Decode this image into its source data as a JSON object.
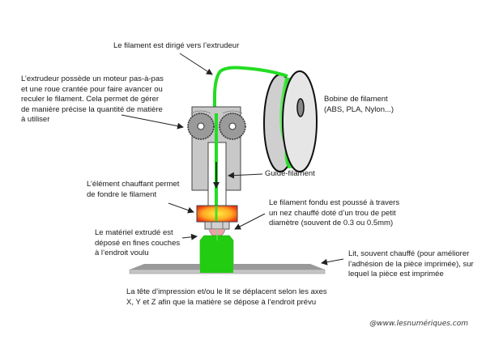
{
  "colors": {
    "filament": "#22dd22",
    "print_part": "#22cc11",
    "heater_hot": "#ee3311",
    "heater_warm": "#ffdd22",
    "extruder_body": "#c8c8c8",
    "gear": "#9a9a9a",
    "spool_face": "#e6e6e6",
    "bed_top": "#999999",
    "bed_edge": "#c4c4c4",
    "nozzle_drop": "#f0a0a8"
  },
  "labels": {
    "filament_directed": "Le filament est dirigé vers l’extrudeur",
    "extruder_motor": "L’extrudeur possède un moteur pas-à-pas\net une roue crantée pour faire avancer ou\nreculer le filament. Cela permet de gérer\nde manière précise la quantité de matière\nà utiliser",
    "spool": "Bobine de filament\n(ABS, PLA, Nylon...)",
    "guide": "Guide-filament",
    "heating_element": "L’élément chauffant permet\nde fondre le filament",
    "nozzle": "Le filament fondu est poussé à travers\nun nez chauffé doté d’un trou de petit\ndiamètre (souvent de 0.3 ou 0.5mm)",
    "deposited": "Le matériel extrudé est\ndéposé en fines couches\nà l’endroit voulu",
    "bed": "Lit, souvent chauffé (pour améliorer\nl’adhésion de la pièce imprimée), sur\nlequel la pièce est imprimée",
    "axes": "La tête d’impression et/ou le lit se déplacent selon les axes\nX, Y et Z afin que la matière se dépose à l’endroit prévu"
  },
  "credit": "@www.lesnumériques.com"
}
